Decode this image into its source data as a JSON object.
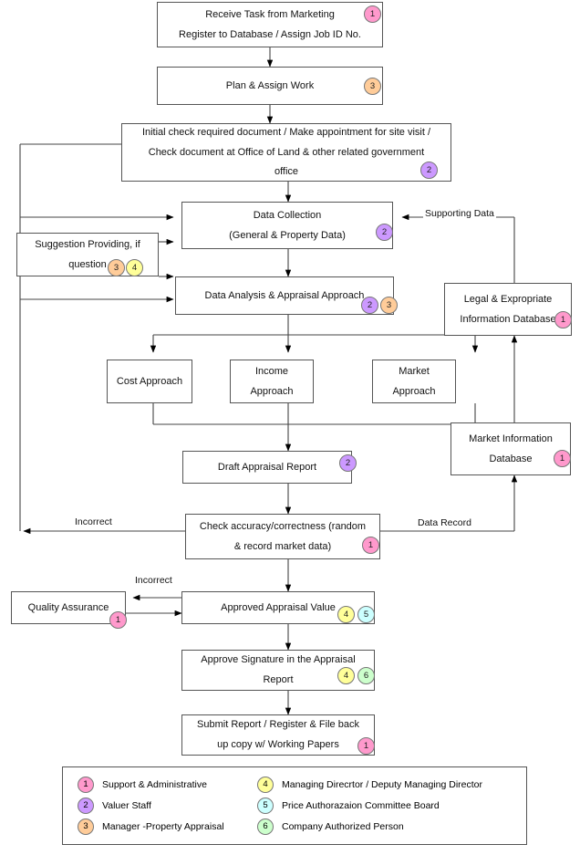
{
  "diagram": {
    "title": "Property Appraisal Workflow Flowchart",
    "nodes": [
      {
        "id": "receive-task",
        "lines": [
          "Receive Task from Marketing",
          "Register to Database / Assign Job ID No."
        ],
        "badges": [
          "1"
        ]
      },
      {
        "id": "plan-assign",
        "lines": [
          "Plan & Assign Work"
        ],
        "badges": [
          "3"
        ]
      },
      {
        "id": "initial-check",
        "lines": [
          "Initial check required document / Make appointment for site visit /",
          "Check document at Office of Land & other related government",
          "office"
        ],
        "badges": [
          "2"
        ]
      },
      {
        "id": "data-collection",
        "lines": [
          "Data Collection",
          "(General & Property Data)"
        ],
        "badges": [
          "2"
        ]
      },
      {
        "id": "suggestion-providing",
        "lines": [
          "Suggestion Providing, if",
          "question"
        ],
        "badges": [
          "3",
          "4"
        ]
      },
      {
        "id": "data-analysis",
        "lines": [
          "Data Analysis & Appraisal Approach"
        ],
        "badges": [
          "2",
          "3"
        ]
      },
      {
        "id": "cost-approach",
        "lines": [
          "Cost Approach"
        ],
        "badges": []
      },
      {
        "id": "income-approach",
        "lines": [
          "Income",
          "Approach"
        ],
        "badges": []
      },
      {
        "id": "market-approach",
        "lines": [
          "Market",
          "Approach"
        ],
        "badges": []
      },
      {
        "id": "draft-appraisal-report",
        "lines": [
          "Draft Appraisal Report"
        ],
        "badges": [
          "2"
        ]
      },
      {
        "id": "legal-database",
        "lines": [
          "Legal & Expropriate",
          "Information Database"
        ],
        "badges": [
          "1"
        ]
      },
      {
        "id": "market-database",
        "lines": [
          "Market Information",
          "Database"
        ],
        "badges": [
          "1"
        ]
      },
      {
        "id": "check-accuracy",
        "lines": [
          "Check accuracy/correctness (random",
          "& record market data)"
        ],
        "badges": [
          "1"
        ]
      },
      {
        "id": "quality-assurance",
        "lines": [
          "Quality Assurance"
        ],
        "badges": [
          "1"
        ]
      },
      {
        "id": "approved-value",
        "lines": [
          "Approved Appraisal Value"
        ],
        "badges": [
          "4",
          "5"
        ]
      },
      {
        "id": "approve-signature",
        "lines": [
          "Approve Signature in  the Appraisal",
          "Report"
        ],
        "badges": [
          "4",
          "6"
        ]
      },
      {
        "id": "submit-report",
        "lines": [
          "Submit Report / Register & File back",
          "up copy w/ Working Papers"
        ],
        "badges": [
          "1"
        ]
      }
    ],
    "edge_labels": [
      {
        "id": "supporting-data",
        "text": "Supporting Data"
      },
      {
        "id": "incorrect-check",
        "text": "Incorrect"
      },
      {
        "id": "data-record",
        "text": "Data Record"
      },
      {
        "id": "incorrect-qa",
        "text": "Incorrect"
      }
    ]
  },
  "legend": {
    "items": [
      {
        "num": "1",
        "label": "Support & Administrative",
        "color": "#FF99CC"
      },
      {
        "num": "2",
        "label": "Valuer Staff",
        "color": "#CC99FF"
      },
      {
        "num": "3",
        "label": "Manager -Property Appraisal",
        "color": "#FFCC99"
      },
      {
        "num": "4",
        "label": "Managing Direcrtor / Deputy Managing Director",
        "color": "#FFFF99"
      },
      {
        "num": "5",
        "label": "Price Authorazaion Committee Board",
        "color": "#CCFFFF"
      },
      {
        "num": "6",
        "label": "Company Authorized Person",
        "color": "#CCFFCC"
      }
    ]
  },
  "badge_colors": {
    "1": "#FF99CC",
    "2": "#CC99FF",
    "3": "#FFCC99",
    "4": "#FFFF99",
    "5": "#CCFFFF",
    "6": "#CCFFCC"
  }
}
